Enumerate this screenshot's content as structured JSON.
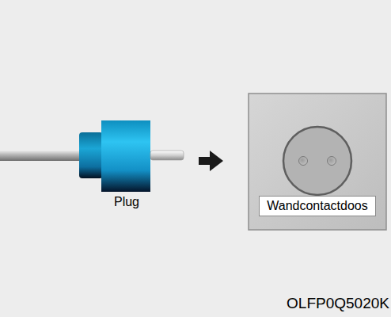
{
  "diagram": {
    "nodes": [
      {
        "text": [
          "Wandcontactdoos"
        ]
      }
    ],
    "labels": [
      "Plug",
      "OLFP0Q5020K"
    ]
  }
}
